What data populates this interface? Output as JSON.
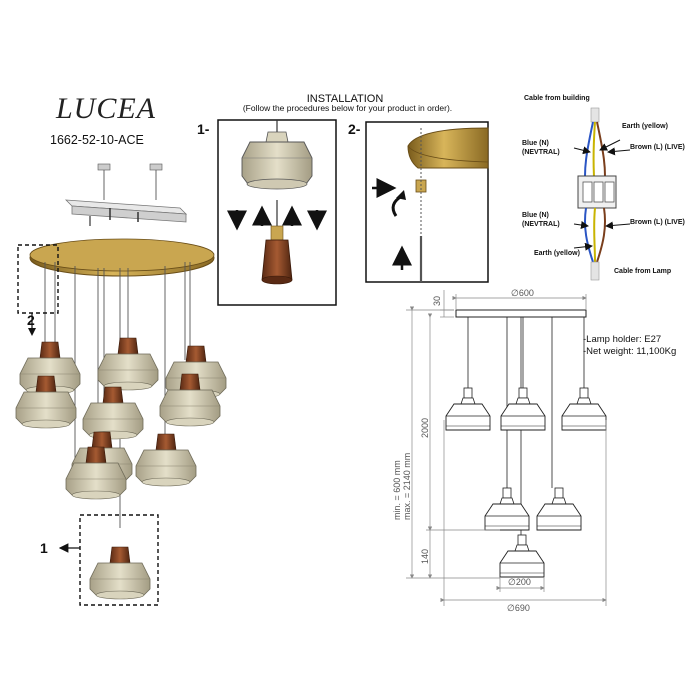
{
  "product": {
    "name": "LUCEA",
    "code": "1662-52-10-ACE"
  },
  "installation": {
    "title": "INSTALLATION",
    "subtitle": "(Follow the procedures below for your product in order).",
    "step1": "1-",
    "step2": "2-"
  },
  "callouts": {
    "label1": "1",
    "label2": "2"
  },
  "wiring": {
    "cable_building": "Cable from building",
    "earth_top": "Earth (yellow)",
    "blue_top_1": "Blue (N)",
    "blue_top_2": "(NEVTRAL)",
    "brown_top": "Brown (L) (LIVE)",
    "blue_bot_1": "Blue (N)",
    "blue_bot_2": "(NEVTRAL)",
    "brown_bot": "Brown (L) (LIVE)",
    "earth_bot": "Earth (yellow)",
    "cable_lamp": "Cable from Lamp"
  },
  "specs": {
    "lamp_holder": "-Lamp holder: E27",
    "net_weight": "-Net weight: 11,100Kg"
  },
  "dimensions": {
    "canopy_height": "30",
    "canopy_width": "∅600",
    "drop_max": "2000",
    "range_min": "min. = 600 mm",
    "range_max": "max. = 2140 mm",
    "shade_height": "140",
    "shade_width": "∅200",
    "total_width": "∅690"
  },
  "colors": {
    "brass": "#b8953e",
    "copper": "#8a4a2a",
    "glass": "#cfc9b2",
    "dim_line": "#888888"
  }
}
